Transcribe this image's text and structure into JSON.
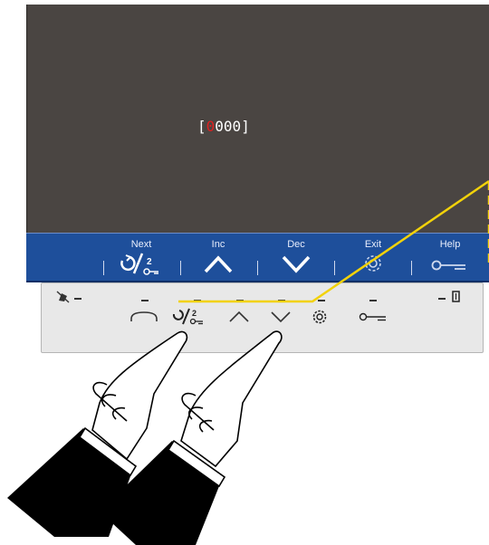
{
  "display": {
    "value_cursor_digit": "0",
    "value_rest": "000",
    "bracket_open": "[",
    "bracket_close": "]",
    "cursor_color": "#e02020",
    "background_color": "#4a4542"
  },
  "softkeys": [
    {
      "label": "Next",
      "icon": "next-step-icon"
    },
    {
      "label": "Inc",
      "icon": "chevron-up-icon"
    },
    {
      "label": "Dec",
      "icon": "chevron-down-icon"
    },
    {
      "label": "Exit",
      "icon": "gear-icon"
    },
    {
      "label": "Help",
      "icon": "key-icon"
    }
  ],
  "softkey_bar_color": "#1e4f9b",
  "keypad": {
    "buttons": [
      {
        "icon": "mute-bell-icon"
      },
      {
        "icon": "rotate-icon"
      },
      {
        "icon": "next-step-icon"
      },
      {
        "icon": "chevron-up-icon"
      },
      {
        "icon": "chevron-down-icon"
      },
      {
        "icon": "gear-icon"
      },
      {
        "icon": "key-icon"
      },
      {
        "icon": "door-icon"
      }
    ]
  },
  "annotation_line_color": "#f2d20a",
  "hands": {
    "icon": "pointing-hand-icon",
    "count": 2
  }
}
